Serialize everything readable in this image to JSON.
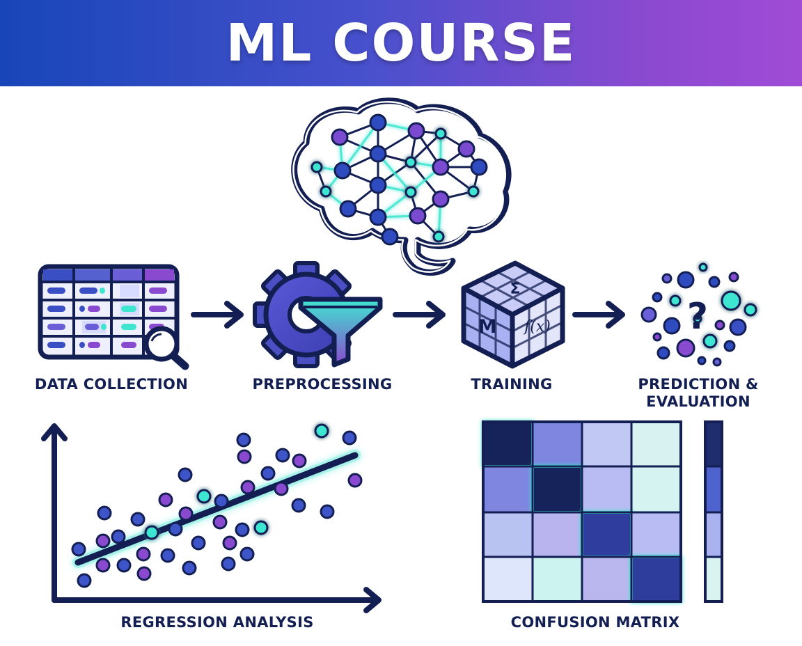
{
  "header": {
    "title": "ML COURSE"
  },
  "pipeline": {
    "steps": [
      {
        "label": "DATA COLLECTION",
        "icon": "data-table-icon"
      },
      {
        "label": "PREPROCESSING",
        "icon": "gear-filter-icon"
      },
      {
        "label": "TRAINING",
        "icon": "math-cube-icon"
      },
      {
        "label_lines": [
          "PREDICTION &",
          "EVALUATION"
        ],
        "icon": "prediction-dots-icon"
      }
    ],
    "training_cube_symbols": {
      "top": "Σ",
      "front": "M",
      "side": "f(x)"
    },
    "prediction_symbol": "?"
  },
  "regression": {
    "label": "REGRESSION ANALYSIS"
  },
  "confusion": {
    "label": "CONFUSION MATRIX"
  },
  "colors": {
    "navy": "#131f52",
    "teal": "#3ee6d0",
    "purple": "#8a4ad0",
    "blue": "#3d55c8",
    "banner_start": "#1746b8",
    "banner_end": "#a04bd6"
  }
}
